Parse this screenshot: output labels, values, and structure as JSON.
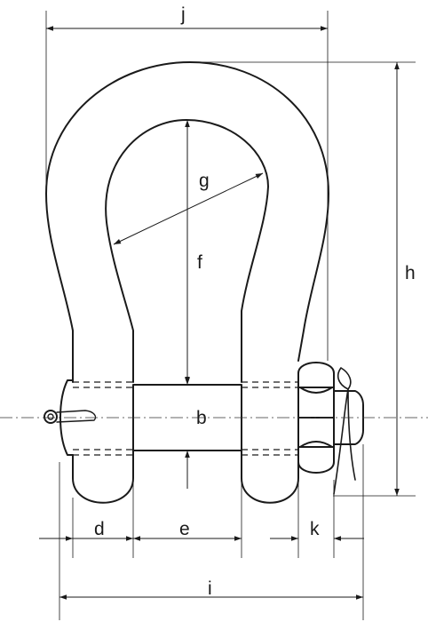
{
  "labels": {
    "j": "j",
    "h": "h",
    "g": "g",
    "f": "f",
    "b": "b",
    "d": "d",
    "e": "e",
    "k": "k",
    "i": "i"
  }
}
